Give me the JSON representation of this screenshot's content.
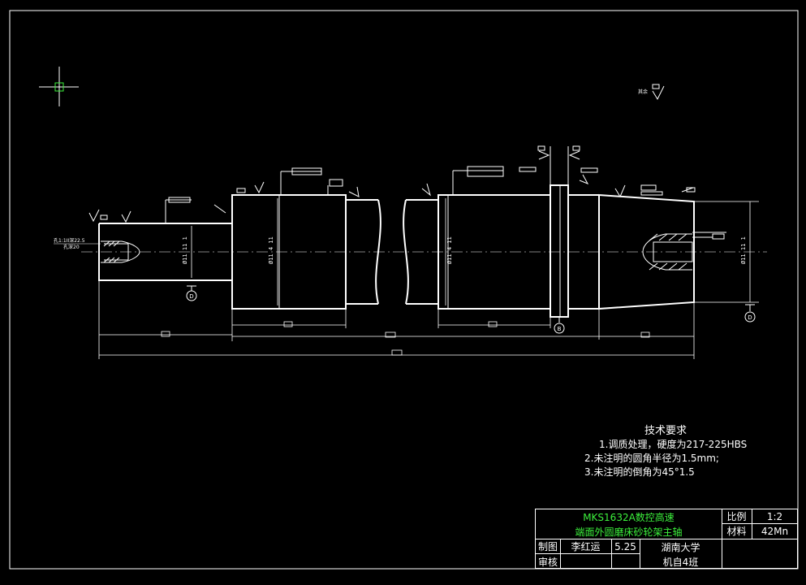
{
  "drawing": {
    "surface_note": "其余",
    "datum_labels": [
      "D",
      "B",
      "D"
    ],
    "left_callout": [
      "孔1:1II深22.5",
      "孔深20"
    ]
  },
  "tech_requirements": {
    "heading": "技术要求",
    "items": [
      "1.调质处理，硬度为217-225HBS",
      "2.未注明的圆角半径为1.5mm;",
      "3.未注明的倒角为45°1.5"
    ]
  },
  "title_block": {
    "title_line1": "MKS1632A数控高速",
    "title_line2": "端面外圆磨床砂轮架主轴",
    "scale_label": "比例",
    "scale_value": "1:2",
    "material_label": "材料",
    "material_value": "42Mn",
    "drawn_label": "制图",
    "drawn_by": "李红运",
    "date": "5.25",
    "checked_label": "审核",
    "school": "湖南大学",
    "class_name": "机自4班"
  },
  "colors": {
    "background": "#000000",
    "lines": "#ffffff",
    "title_green": "#3cf03c",
    "cursor": "#3cf03c"
  }
}
